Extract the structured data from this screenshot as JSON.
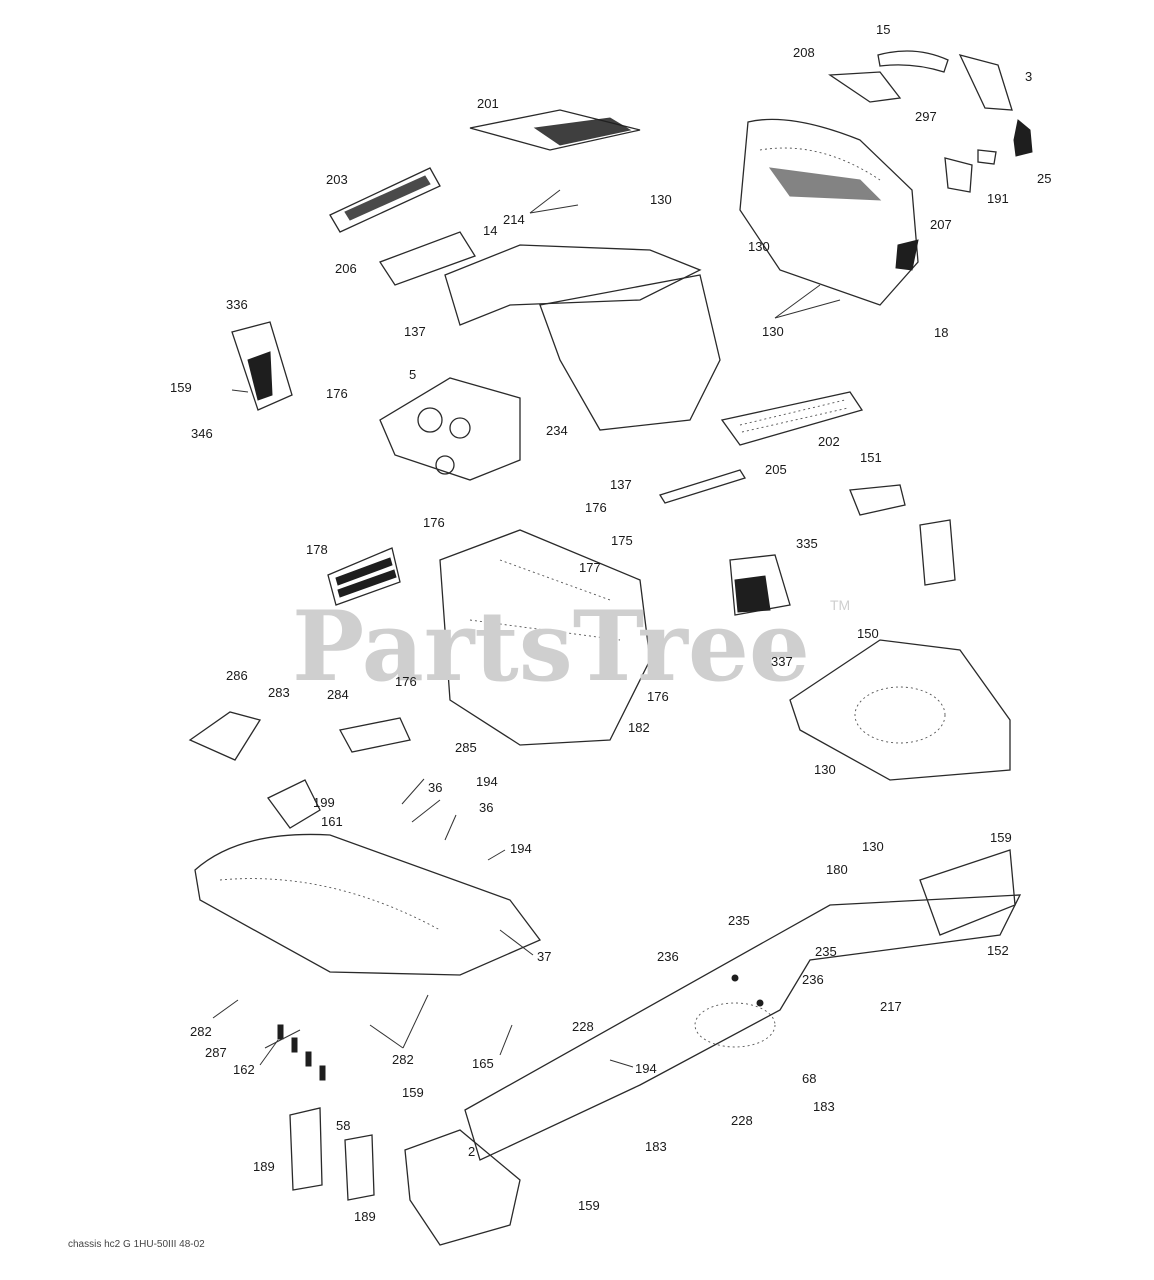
{
  "watermark": {
    "text": "PartsTree",
    "tm": "TM"
  },
  "footer": {
    "code": "chassis hc2 G  1HU-50III 48-02"
  },
  "callouts": [
    {
      "id": "15",
      "text": "15"
    },
    {
      "id": "208",
      "text": "208"
    },
    {
      "id": "3",
      "text": "3"
    },
    {
      "id": "297",
      "text": "297"
    },
    {
      "id": "201",
      "text": "201"
    },
    {
      "id": "25",
      "text": "25"
    },
    {
      "id": "203",
      "text": "203"
    },
    {
      "id": "130a",
      "text": "130"
    },
    {
      "id": "191",
      "text": "191"
    },
    {
      "id": "207",
      "text": "207"
    },
    {
      "id": "214",
      "text": "214"
    },
    {
      "id": "14",
      "text": "14"
    },
    {
      "id": "130b",
      "text": "130"
    },
    {
      "id": "206",
      "text": "206"
    },
    {
      "id": "336",
      "text": "336"
    },
    {
      "id": "130c",
      "text": "130"
    },
    {
      "id": "18",
      "text": "18"
    },
    {
      "id": "137a",
      "text": "137"
    },
    {
      "id": "5",
      "text": "5"
    },
    {
      "id": "159a",
      "text": "159"
    },
    {
      "id": "176a",
      "text": "176"
    },
    {
      "id": "346",
      "text": "346"
    },
    {
      "id": "234",
      "text": "234"
    },
    {
      "id": "202",
      "text": "202"
    },
    {
      "id": "151",
      "text": "151"
    },
    {
      "id": "205",
      "text": "205"
    },
    {
      "id": "137b",
      "text": "137"
    },
    {
      "id": "176b",
      "text": "176"
    },
    {
      "id": "176c",
      "text": "176"
    },
    {
      "id": "178",
      "text": "178"
    },
    {
      "id": "175",
      "text": "175"
    },
    {
      "id": "335",
      "text": "335"
    },
    {
      "id": "177",
      "text": "177"
    },
    {
      "id": "150",
      "text": "150"
    },
    {
      "id": "337",
      "text": "337"
    },
    {
      "id": "286",
      "text": "286"
    },
    {
      "id": "176d",
      "text": "176"
    },
    {
      "id": "176e",
      "text": "176"
    },
    {
      "id": "283",
      "text": "283"
    },
    {
      "id": "284",
      "text": "284"
    },
    {
      "id": "182",
      "text": "182"
    },
    {
      "id": "285",
      "text": "285"
    },
    {
      "id": "130d",
      "text": "130"
    },
    {
      "id": "194a",
      "text": "194"
    },
    {
      "id": "36a",
      "text": "36"
    },
    {
      "id": "199",
      "text": "199"
    },
    {
      "id": "36b",
      "text": "36"
    },
    {
      "id": "161",
      "text": "161"
    },
    {
      "id": "194b",
      "text": "194"
    },
    {
      "id": "130e",
      "text": "130"
    },
    {
      "id": "159b",
      "text": "159"
    },
    {
      "id": "180",
      "text": "180"
    },
    {
      "id": "37",
      "text": "37"
    },
    {
      "id": "235a",
      "text": "235"
    },
    {
      "id": "236a",
      "text": "236"
    },
    {
      "id": "235b",
      "text": "235"
    },
    {
      "id": "152",
      "text": "152"
    },
    {
      "id": "236b",
      "text": "236"
    },
    {
      "id": "217",
      "text": "217"
    },
    {
      "id": "228a",
      "text": "228"
    },
    {
      "id": "282a",
      "text": "282"
    },
    {
      "id": "287",
      "text": "287"
    },
    {
      "id": "282b",
      "text": "282"
    },
    {
      "id": "165",
      "text": "165"
    },
    {
      "id": "194c",
      "text": "194"
    },
    {
      "id": "162",
      "text": "162"
    },
    {
      "id": "68",
      "text": "68"
    },
    {
      "id": "159c",
      "text": "159"
    },
    {
      "id": "183a",
      "text": "183"
    },
    {
      "id": "228b",
      "text": "228"
    },
    {
      "id": "58",
      "text": "58"
    },
    {
      "id": "183b",
      "text": "183"
    },
    {
      "id": "2",
      "text": "2"
    },
    {
      "id": "189a",
      "text": "189"
    },
    {
      "id": "159d",
      "text": "159"
    },
    {
      "id": "189b",
      "text": "189"
    }
  ]
}
